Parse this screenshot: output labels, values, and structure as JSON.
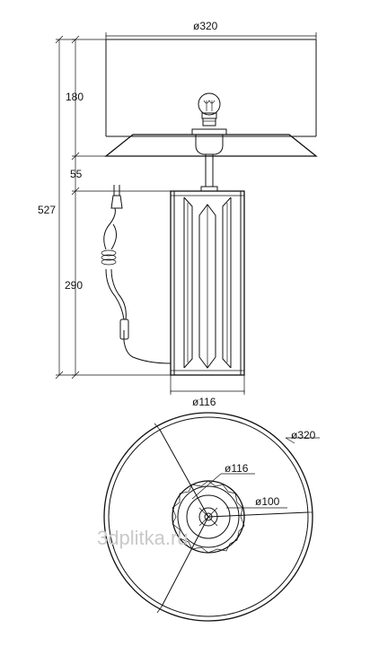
{
  "drawing": {
    "side_view": {
      "shade_diameter": "ø320",
      "shade_height": "180",
      "neck_height": "55",
      "total_height": "527",
      "base_height": "290",
      "base_diameter": "ø116"
    },
    "top_view": {
      "shade_diameter": "ø320",
      "base_diameter": "ø116",
      "foot_diameter": "ø100"
    },
    "watermark": "3dplitka.ru"
  }
}
